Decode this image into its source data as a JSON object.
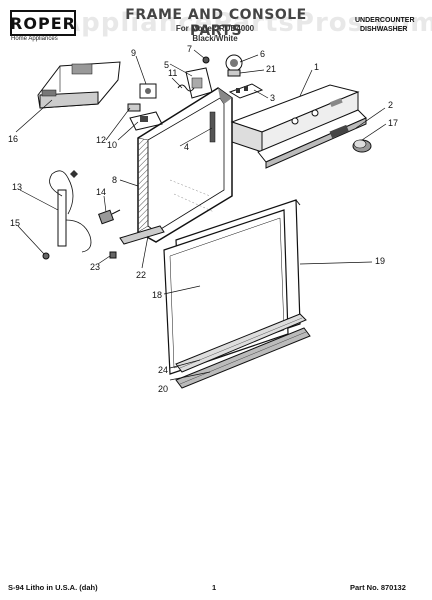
{
  "header": {
    "brand": "ROPER",
    "brand_sub": "Home Appliances",
    "title": "FRAME AND CONSOLE PARTS",
    "model": "For Model: RUD4000",
    "color": "Black/White",
    "category_line1": "UNDERCOUNTER",
    "category_line2": "DISHWASHER",
    "watermark": "AppliancePartsPros.com"
  },
  "callouts": {
    "c1": "1",
    "c2": "2",
    "c3": "3",
    "c4": "4",
    "c5": "5",
    "c6": "6",
    "c7": "7",
    "c8": "8",
    "c9": "9",
    "c10": "10",
    "c11": "11",
    "c12": "12",
    "c13": "13",
    "c14": "14",
    "c15": "15",
    "c16": "16",
    "c17": "17",
    "c18": "18",
    "c19": "19",
    "c20": "20",
    "c21": "21",
    "c22": "22",
    "c23": "23",
    "c24": "24"
  },
  "footer": {
    "left": "S-94 Litho in U.S.A. (dah)",
    "page": "1",
    "part_no": "Part No. 870132"
  }
}
